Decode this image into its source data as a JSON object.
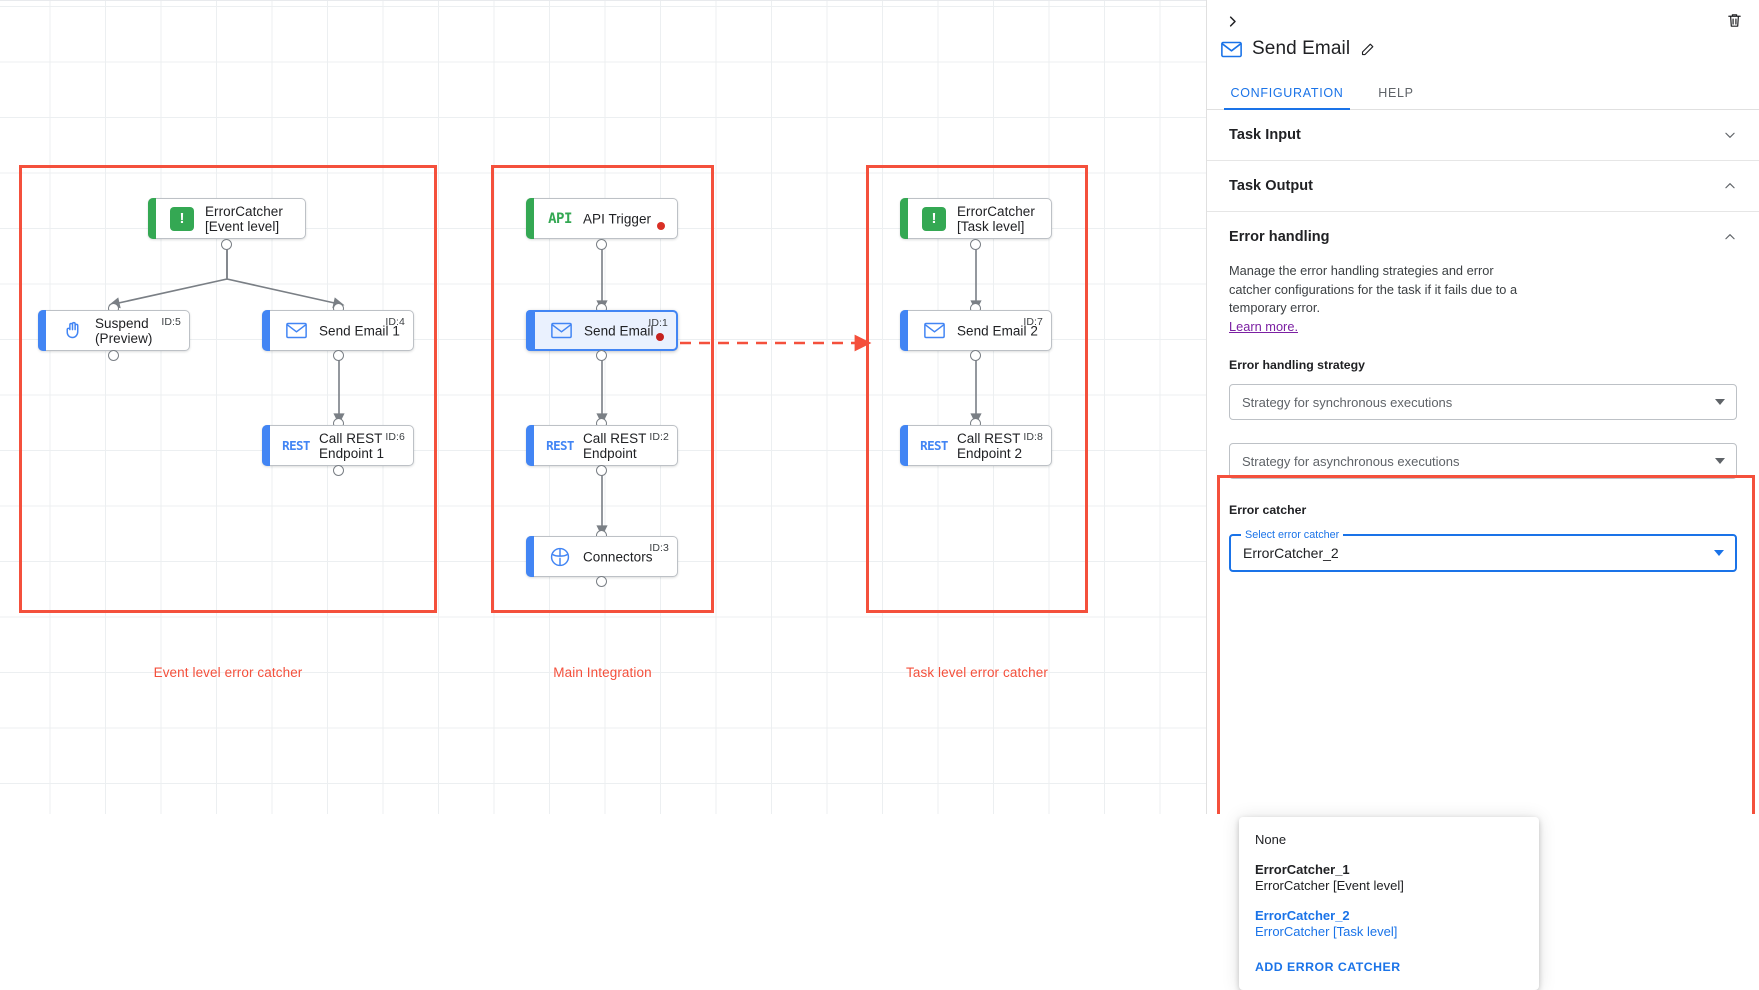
{
  "canvas": {
    "groups": [
      {
        "name": "event-level-group",
        "label": "Event level error catcher"
      },
      {
        "name": "main-integration-group",
        "label": "Main Integration"
      },
      {
        "name": "task-level-group",
        "label": "Task level error catcher"
      }
    ],
    "nodes": {
      "error_catcher_event": {
        "label": "ErrorCatcher\n[Event level]",
        "icon": "error-catcher-icon",
        "id_tag": ""
      },
      "suspend": {
        "label": "Suspend\n(Preview)",
        "icon": "hand-icon",
        "id_tag": "ID:5"
      },
      "send_email_1": {
        "label": "Send Email 1",
        "icon": "envelope-icon",
        "id_tag": "ID:4"
      },
      "call_rest_1": {
        "label": "Call REST\nEndpoint 1",
        "icon": "rest-icon",
        "id_tag": "ID:6"
      },
      "api_trigger": {
        "label": "API Trigger",
        "icon": "api-icon",
        "id_tag": ""
      },
      "send_email": {
        "label": "Send Email",
        "icon": "envelope-icon",
        "id_tag": "ID:1"
      },
      "call_rest": {
        "label": "Call REST\nEndpoint",
        "icon": "rest-icon",
        "id_tag": "ID:2"
      },
      "connectors": {
        "label": "Connectors",
        "icon": "connectors-icon",
        "id_tag": "ID:3"
      },
      "error_catcher_task": {
        "label": "ErrorCatcher\n[Task level]",
        "icon": "error-catcher-icon",
        "id_tag": ""
      },
      "send_email_2": {
        "label": "Send Email 2",
        "icon": "envelope-icon",
        "id_tag": "ID:7"
      },
      "call_rest_2": {
        "label": "Call REST\nEndpoint 2",
        "icon": "rest-icon",
        "id_tag": "ID:8"
      }
    },
    "icon_text": {
      "api": "API",
      "rest": "REST",
      "error_catcher": "!"
    }
  },
  "panel": {
    "title": "Send Email",
    "title_icon": "envelope-icon",
    "edit_icon": "pencil-icon",
    "expand_icon": "chevron-right-icon",
    "delete_icon": "trash-icon",
    "tabs": [
      {
        "label": "CONFIGURATION",
        "active": true
      },
      {
        "label": "HELP",
        "active": false
      }
    ],
    "sections": [
      {
        "label": "Task Input",
        "expanded": false
      },
      {
        "label": "Task Output",
        "expanded": true
      }
    ],
    "error_handling": {
      "heading": "Error handling",
      "expanded": true,
      "description": "Manage the error handling strategies and error catcher configurations for the task if it fails due to a temporary error.",
      "learn_more": "Learn more.",
      "strategy_label": "Error handling strategy",
      "sync_select_placeholder": "Strategy for synchronous executions",
      "async_select_placeholder": "Strategy for asynchronous executions",
      "error_catcher_label": "Error catcher",
      "select_float_label": "Select error catcher",
      "select_value": "ErrorCatcher_2",
      "dropdown_options": [
        {
          "primary": "None",
          "secondary": "",
          "selected": false
        },
        {
          "primary": "ErrorCatcher_1",
          "secondary": "ErrorCatcher [Event level]",
          "selected": false
        },
        {
          "primary": "ErrorCatcher_2",
          "secondary": "ErrorCatcher [Task level]",
          "selected": true
        }
      ],
      "add_action": "ADD ERROR CATCHER"
    }
  },
  "colors": {
    "accent_blue": "#1a73e8",
    "highlight_red": "#f4503c",
    "trigger_green": "#34a853",
    "node_blue": "#4285f4",
    "error_dot": "#c5221f",
    "link_purple": "#7b1fa2"
  }
}
